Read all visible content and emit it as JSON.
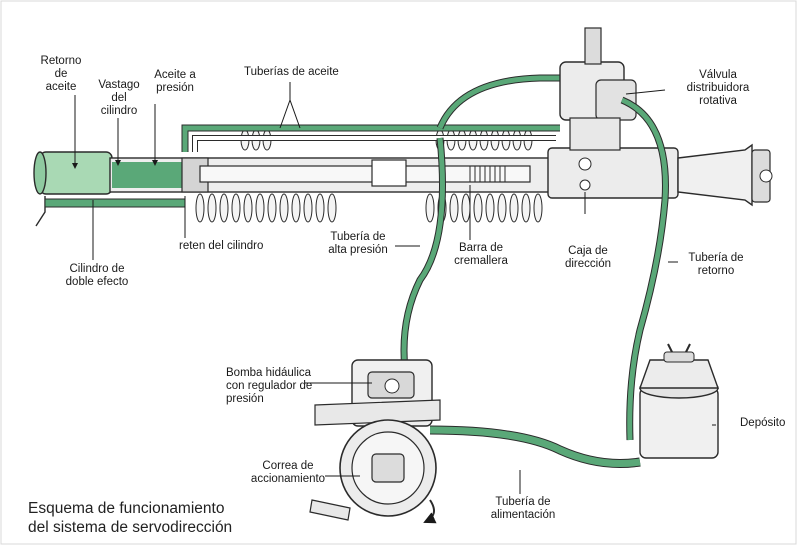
{
  "labels": {
    "retorno_aceite": "Retorno\nde\naceite",
    "vastago": "Vastago\ndel\ncilindro",
    "aceite_presion": "Aceite a\npresión",
    "tuberias_aceite": "Tuberías de aceite",
    "valvula": "Válvula\ndistribuidora\nrotativa",
    "reten": "reten del cilindro",
    "cilindro_doble": "Cilindro de\ndoble efecto",
    "tuberia_alta": "Tubería de\nalta presión",
    "barra": "Barra de\ncremallera",
    "caja": "Caja de\ndirección",
    "tuberia_retorno": "Tubería de\nretorno",
    "bomba": "Bomba hidáulica\ncon regulador de\npresión",
    "deposito": "Depósito",
    "correa": "Correa de\naccionamiento",
    "tuberia_alimentacion": "Tubería de\nalimentación"
  },
  "caption": "Esquema de funcionamiento\ndel sistema de servodirección",
  "colors": {
    "oil_green": "#5aa878",
    "light_green": "#a9d9b4",
    "metal": "#e8e8e8",
    "outline": "#2b2b2b"
  }
}
